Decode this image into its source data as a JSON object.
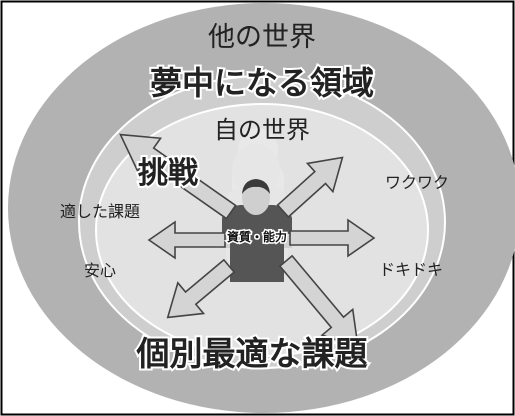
{
  "labels": {
    "outer_world": "他の世界",
    "zone": "夢中になる領域",
    "inner_world": "自の世界",
    "challenge": "挑戦",
    "suitable_task": "適した課題",
    "relief": "安心",
    "excitement": "ワクワク",
    "thrill": "ドキドキ",
    "qualities": "資質・能力",
    "bottom": "個別最適な課題"
  },
  "colors": {
    "outer_ellipse": "#b2b2b2",
    "band": "#cecece",
    "inner_ellipse": "#e2e2e2",
    "arrow_fill": "#d4d4d4",
    "arrow_stroke": "#444444",
    "figure_shirt": "#555555",
    "figure_skin": "#cfcfcf",
    "figure_hair": "#3a3a3a"
  }
}
